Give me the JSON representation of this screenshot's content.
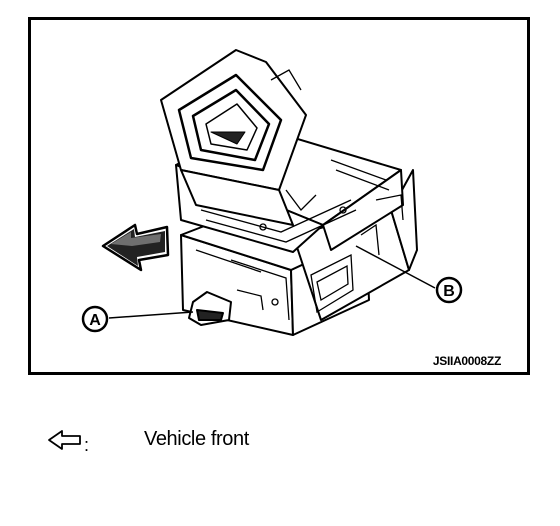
{
  "figure": {
    "callouts": [
      {
        "id": "a",
        "letter": "A"
      },
      {
        "id": "b",
        "letter": "B"
      }
    ],
    "code": "JSIIA0008ZZ",
    "direction_icon": "outlined-left-arrow-icon"
  },
  "legend": {
    "icon": "outlined-left-arrow-icon",
    "separator": ":",
    "text": "Vehicle front"
  },
  "colors": {
    "ink": "#000000",
    "background": "#ffffff",
    "part_fill": "#ffffff",
    "shade": "#222222"
  }
}
